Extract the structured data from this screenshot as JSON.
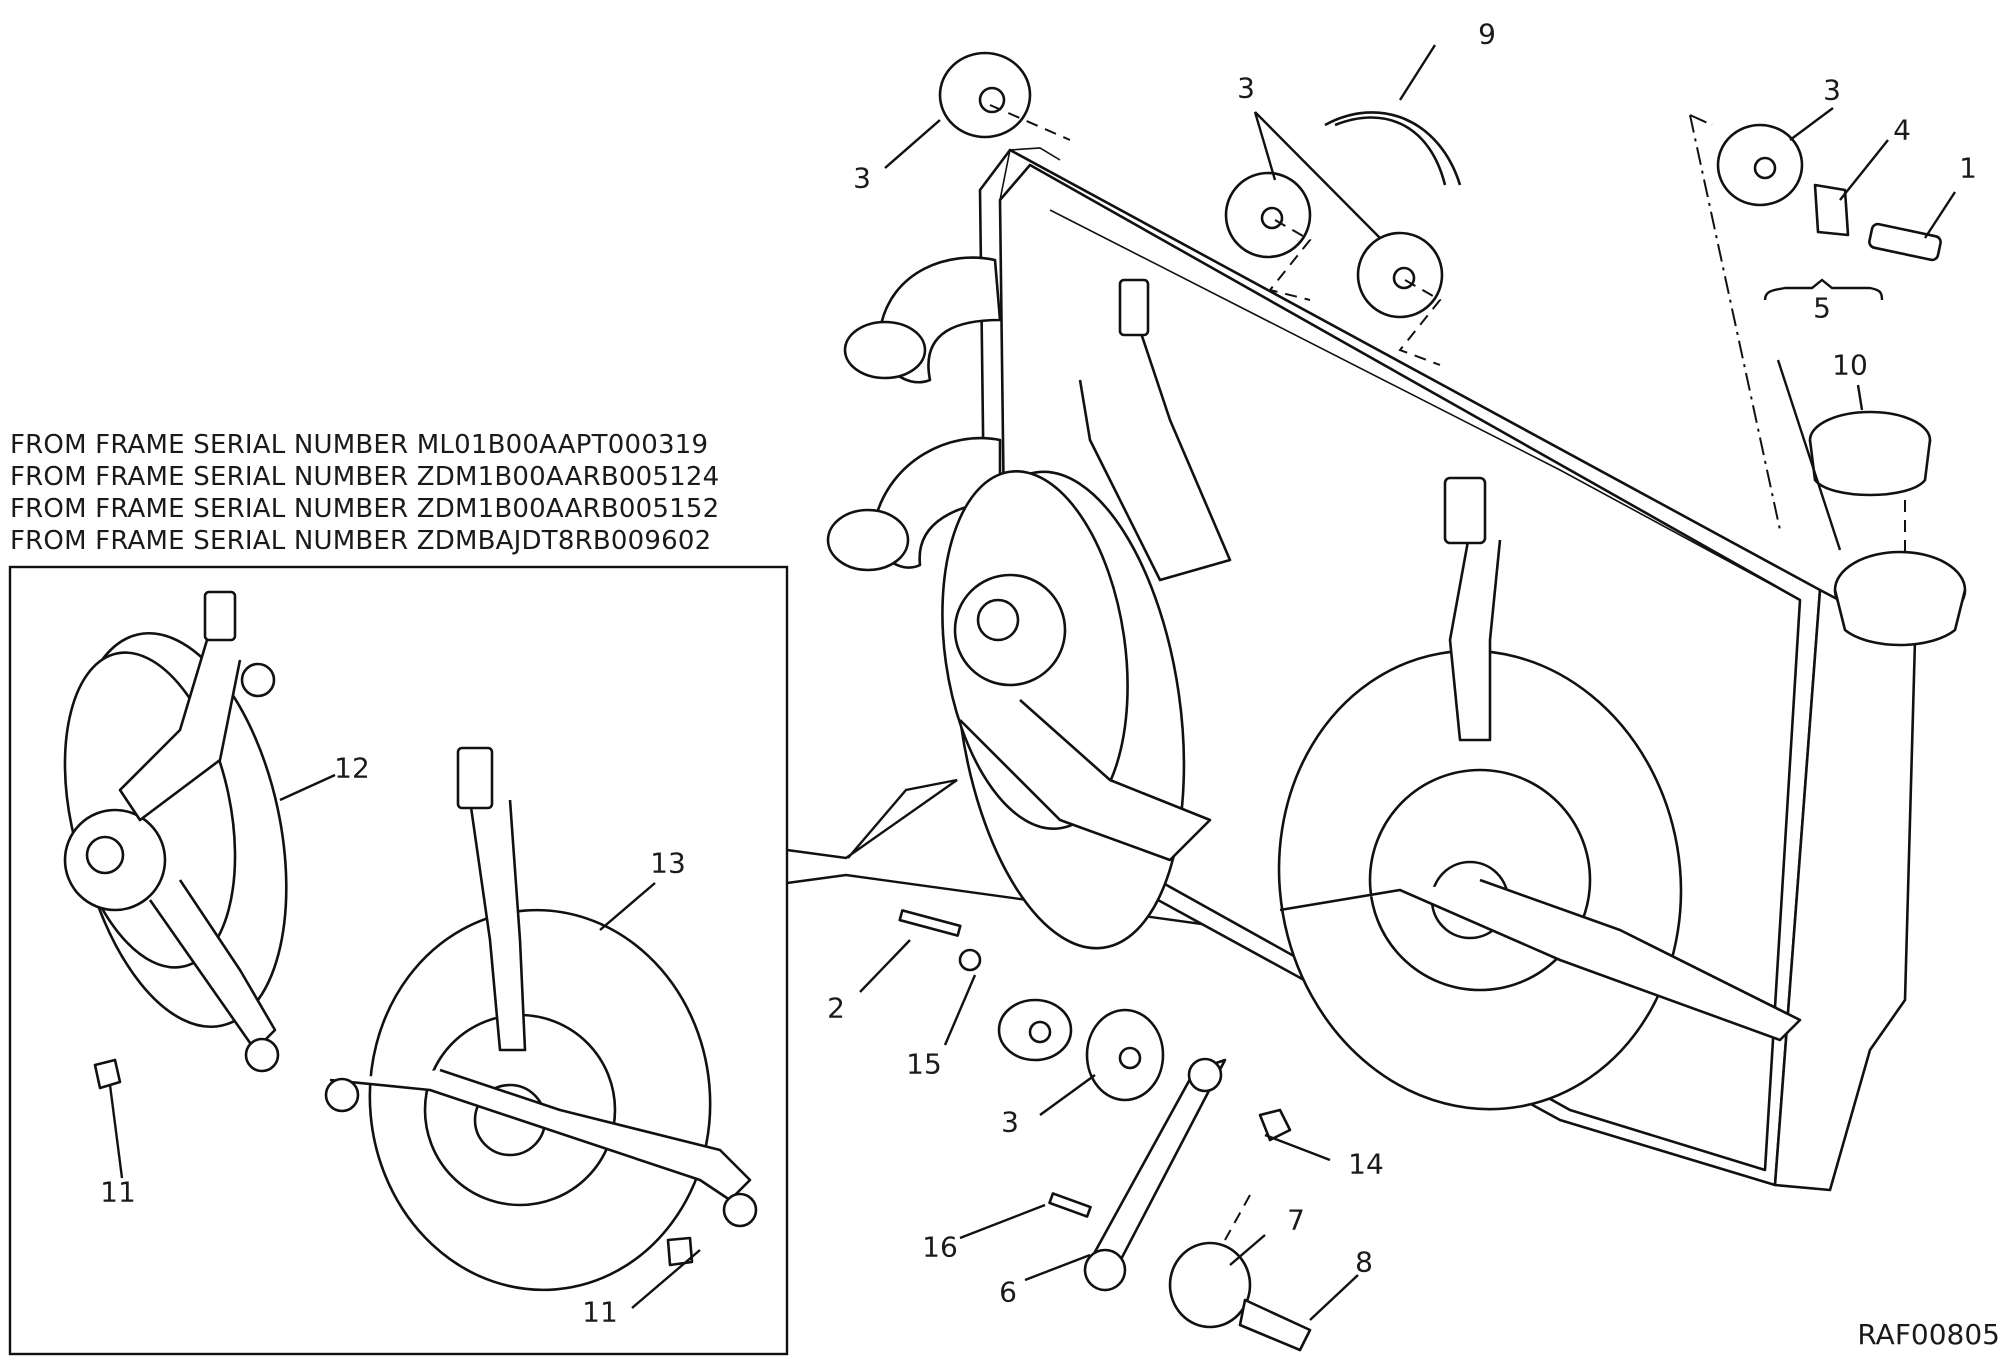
{
  "notes": [
    "FROM FRAME SERIAL NUMBER ML01B00AAPT000319",
    "FROM FRAME SERIAL NUMBER ZDM1B00AARB005124",
    "FROM FRAME SERIAL NUMBER ZDM1B00AARB005152",
    "FROM FRAME SERIAL NUMBER ZDMBAJDT8RB009602"
  ],
  "callouts": {
    "c1": "1",
    "c2": "2",
    "c3a": "3",
    "c3b": "3",
    "c3c": "3",
    "c3d": "3",
    "c4": "4",
    "c5": "5",
    "c6": "6",
    "c7": "7",
    "c8": "8",
    "c9": "9",
    "c10": "10",
    "c11a": "11",
    "c11b": "11",
    "c12": "12",
    "c13": "13",
    "c14": "14",
    "c15": "15",
    "c16": "16"
  },
  "drawing_code": "RAF00805"
}
